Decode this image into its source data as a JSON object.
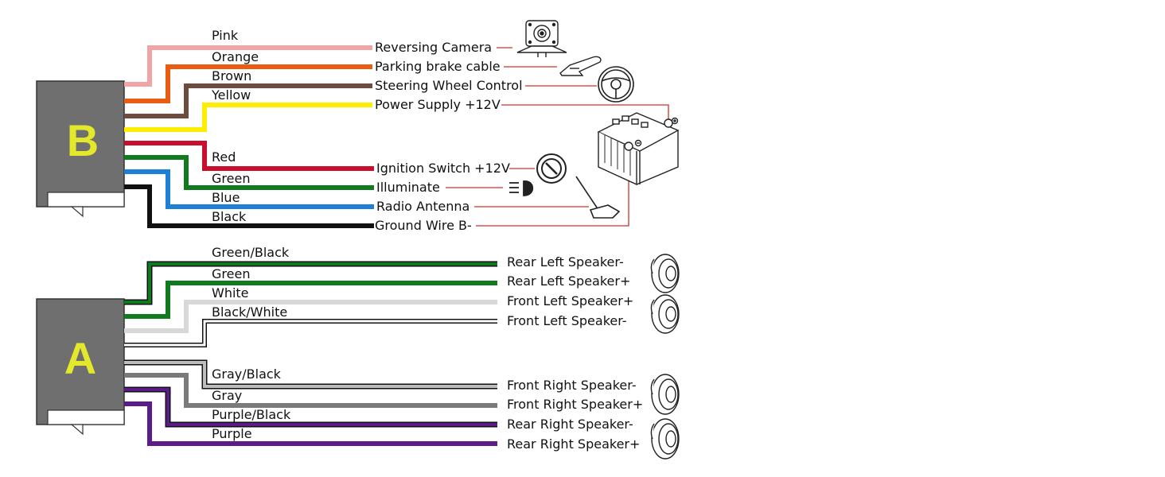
{
  "connectors": {
    "b": {
      "letter": "B"
    },
    "a": {
      "letter": "A"
    }
  },
  "colors": {
    "connector_fill": "#6f6f6f",
    "letter": "#e3e82a",
    "leader_line": "#d0302b",
    "pink": "#f2a3a3",
    "orange": "#e85d12",
    "brown": "#6d4c3d",
    "yellow": "#ffee00",
    "red": "#c8102e",
    "green": "#0f7a1e",
    "blue": "#1d7fd6",
    "black": "#111111",
    "white": "#d8d8d8",
    "gray": "#7a7a7a",
    "gray_light": "#bdbdbd",
    "purple": "#5c1a8a"
  },
  "b_wires": [
    {
      "color_name": "Pink",
      "function": "Reversing Camera",
      "icon": "camera-icon"
    },
    {
      "color_name": "Orange",
      "function": "Parking brake cable",
      "icon": "parking-brake-icon"
    },
    {
      "color_name": "Brown",
      "function": "Steering Wheel Control",
      "icon": "steering-wheel-icon"
    },
    {
      "color_name": "Yellow",
      "function": "Power Supply +12V",
      "icon": "battery-icon"
    },
    {
      "color_name": "Red",
      "function": "Ignition Switch +12V",
      "icon": "ignition-icon"
    },
    {
      "color_name": "Green",
      "function": "Illuminate",
      "icon": "headlight-icon"
    },
    {
      "color_name": "Blue",
      "function": "Radio Antenna",
      "icon": "antenna-icon"
    },
    {
      "color_name": "Black",
      "function": "Ground Wire B-",
      "icon": "battery-icon"
    }
  ],
  "a_wires": [
    {
      "color_name": "Green/Black",
      "function": "Rear Left Speaker-",
      "icon": "speaker-icon"
    },
    {
      "color_name": "Green",
      "function": "Rear Left Speaker+",
      "icon": "speaker-icon"
    },
    {
      "color_name": "White",
      "function": "Front Left Speaker+",
      "icon": "speaker-icon"
    },
    {
      "color_name": "Black/White",
      "function": "Front Left Speaker-",
      "icon": "speaker-icon"
    },
    {
      "color_name": "Gray/Black",
      "function": "Front Right Speaker-",
      "icon": "speaker-icon"
    },
    {
      "color_name": "Gray",
      "function": "Front Right Speaker+",
      "icon": "speaker-icon"
    },
    {
      "color_name": "Purple/Black",
      "function": "Rear Right Speaker-",
      "icon": "speaker-icon"
    },
    {
      "color_name": "Purple",
      "function": "Rear Right Speaker+",
      "icon": "speaker-icon"
    }
  ]
}
